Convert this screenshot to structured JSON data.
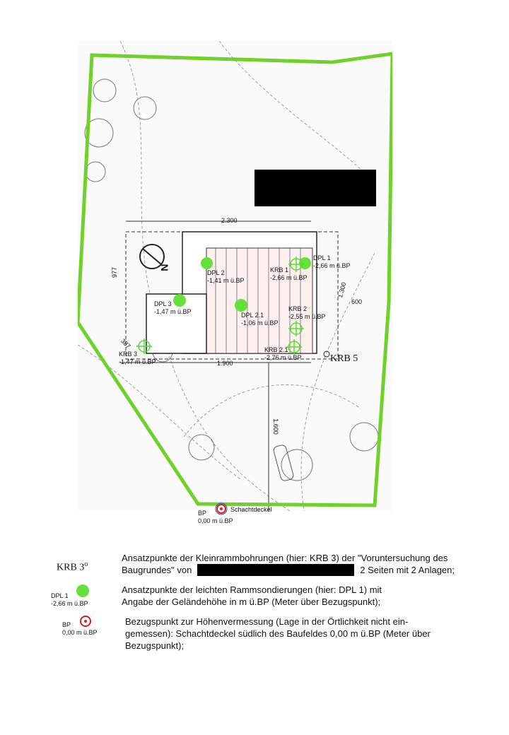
{
  "plan": {
    "dimensions": [
      "2.300",
      "1.900",
      "1.300",
      "600",
      "1.600",
      "977",
      "387"
    ],
    "north": "N",
    "points": [
      {
        "name": "DPL 1",
        "height": "-2,66 m ü.BP",
        "type": "dpl"
      },
      {
        "name": "DPL 2",
        "height": "-1,41 m ü.BP",
        "type": "dpl"
      },
      {
        "name": "DPL 3",
        "height": "-1,47 m ü.BP",
        "type": "dpl"
      },
      {
        "name": "DPL 2.1",
        "height": "-1,06 m ü.BP",
        "type": "dpl"
      },
      {
        "name": "KRB 1",
        "height": "-2,66 m ü.BP",
        "type": "krb"
      },
      {
        "name": "KRB 2",
        "height": "-2,55 m ü.BP",
        "type": "krb"
      },
      {
        "name": "KRB 2.1",
        "height": "-2,76 m ü.BP",
        "type": "krb"
      },
      {
        "name": "KRB 3",
        "height": "-1,47 m ü.BP",
        "type": "krb"
      }
    ],
    "krb5": "KRB 5",
    "bp": {
      "label": "BP",
      "height": "0,00 m ü.BP",
      "name": "Schachtdeckel"
    }
  },
  "legend": [
    {
      "symbol": "KRB 3",
      "line1": "Ansatzpunkte der Kleinrammbohrungen (hier: KRB 3) der \"Voruntersuchung des",
      "line2a": "Baugrundes\" von",
      "line2b": "2 Seiten mit 2 Anlagen;"
    },
    {
      "symbol": "DPL 1",
      "symbol_sub": "-2,66 m ü.BP",
      "line1": "Ansatzpunkte der leichten Rammsondierungen (hier: DPL 1) mit",
      "line2": "Angabe der Geländehöhe in m ü.BP (Meter über Bezugspunkt);"
    },
    {
      "symbol": "BP",
      "symbol_sub": "0,00 m ü.BP",
      "line1": "Bezugspunkt zur Höhenvermessung (Lage in der Örtlichkeit nicht ein-",
      "line2": "gemessen): Schachtdeckel südlich des Baufeldes 0,00 m ü.BP (Meter über",
      "line3": "Bezugspunkt);"
    }
  ],
  "colors": {
    "boundary": "#6fd12a",
    "dpl": "#66e03a",
    "krb": "#55dd33",
    "bp": "#d32020"
  }
}
